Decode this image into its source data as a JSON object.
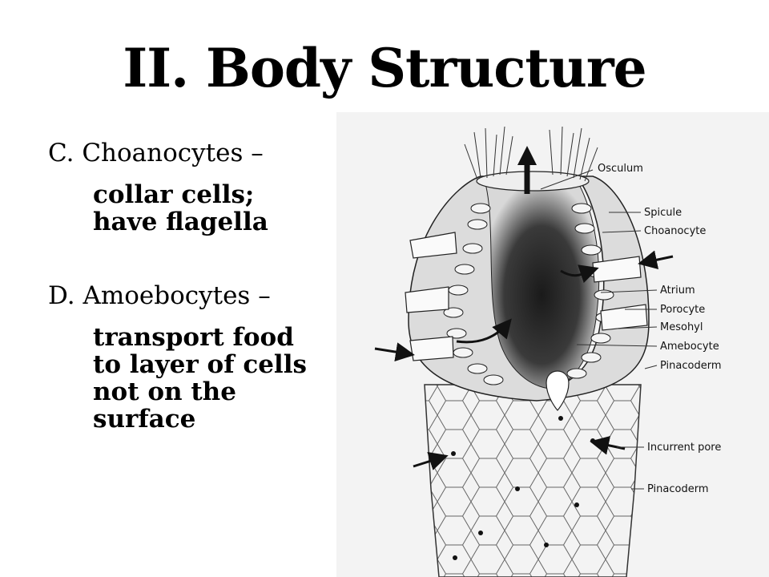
{
  "slide": {
    "title": "II. Body Structure",
    "points": [
      {
        "heading": "C. Choanocytes –",
        "lines": [
          "collar cells;",
          "have flagella"
        ]
      },
      {
        "heading": "D. Amoebocytes –",
        "lines": [
          "transport food",
          "to layer  of cells",
          "not on the",
          "surface"
        ]
      }
    ]
  },
  "diagram": {
    "labels": [
      "Osculum",
      "Spicule",
      "Choanocyte",
      "Atrium",
      "Porocyte",
      "Mesohyl",
      "Amebocyte",
      "Pinacoderm",
      "Incurrent pore",
      "Pinacoderm"
    ]
  }
}
